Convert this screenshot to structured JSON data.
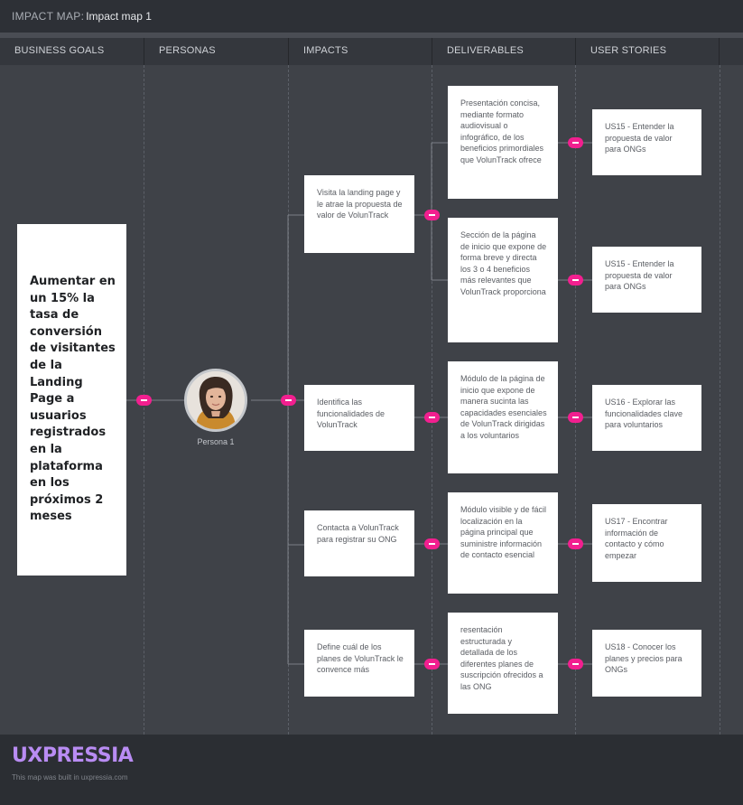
{
  "header": {
    "map_label": "IMPACT MAP:",
    "map_name": "Impact map 1"
  },
  "columns": [
    "BUSINESS GOALS",
    "PERSONAS",
    "IMPACTS",
    "DELIVERABLES",
    "USER STORIES"
  ],
  "business_goal": "Aumentar en un 15% la tasa de conversión de visitantes de la Landing Page a usuarios registrados en la plataforma en los próximos 2 meses",
  "persona": {
    "name": "Persona 1"
  },
  "impacts": [
    "Visita la landing page y le atrae la propuesta de valor de VolunTrack",
    "Identifica las funcionalidades de VolunTrack",
    "Contacta a VolunTrack para registrar su ONG",
    "Define cuál de los planes de VolunTrack le convence más"
  ],
  "deliverables": [
    "Presentación concisa, mediante formato audiovisual o infográfico, de los beneficios primordiales que VolunTrack ofrece",
    "Sección de la página de inicio que expone de forma breve y directa los 3 o 4 beneficios más relevantes que VolunTrack proporciona",
    "Módulo de la página de inicio que expone de manera sucinta las capacidades esenciales de VolunTrack dirigidas a los voluntarios",
    "Módulo visible y de fácil localización en la página principal que suministre información de contacto esencial",
    "resentación estructurada y detallada de los diferentes planes de suscripción ofrecidos a las ONG"
  ],
  "user_stories": [
    "US15 - Entender la propuesta de valor para ONGs",
    "US15 - Entender la propuesta de valor para ONGs",
    "US16 - Explorar las funcionalidades clave para voluntarios",
    "US17 - Encontrar información de contacto y cómo empezar",
    "US18 - Conocer los planes y precios para ONGs"
  ],
  "footer": {
    "logo": "UXPRESSIA",
    "built_by": "This map was built in uxpressia.com"
  },
  "colors": {
    "toggle": "#f21f8f",
    "logo": "#b98cf3",
    "background": "#3f4248"
  }
}
